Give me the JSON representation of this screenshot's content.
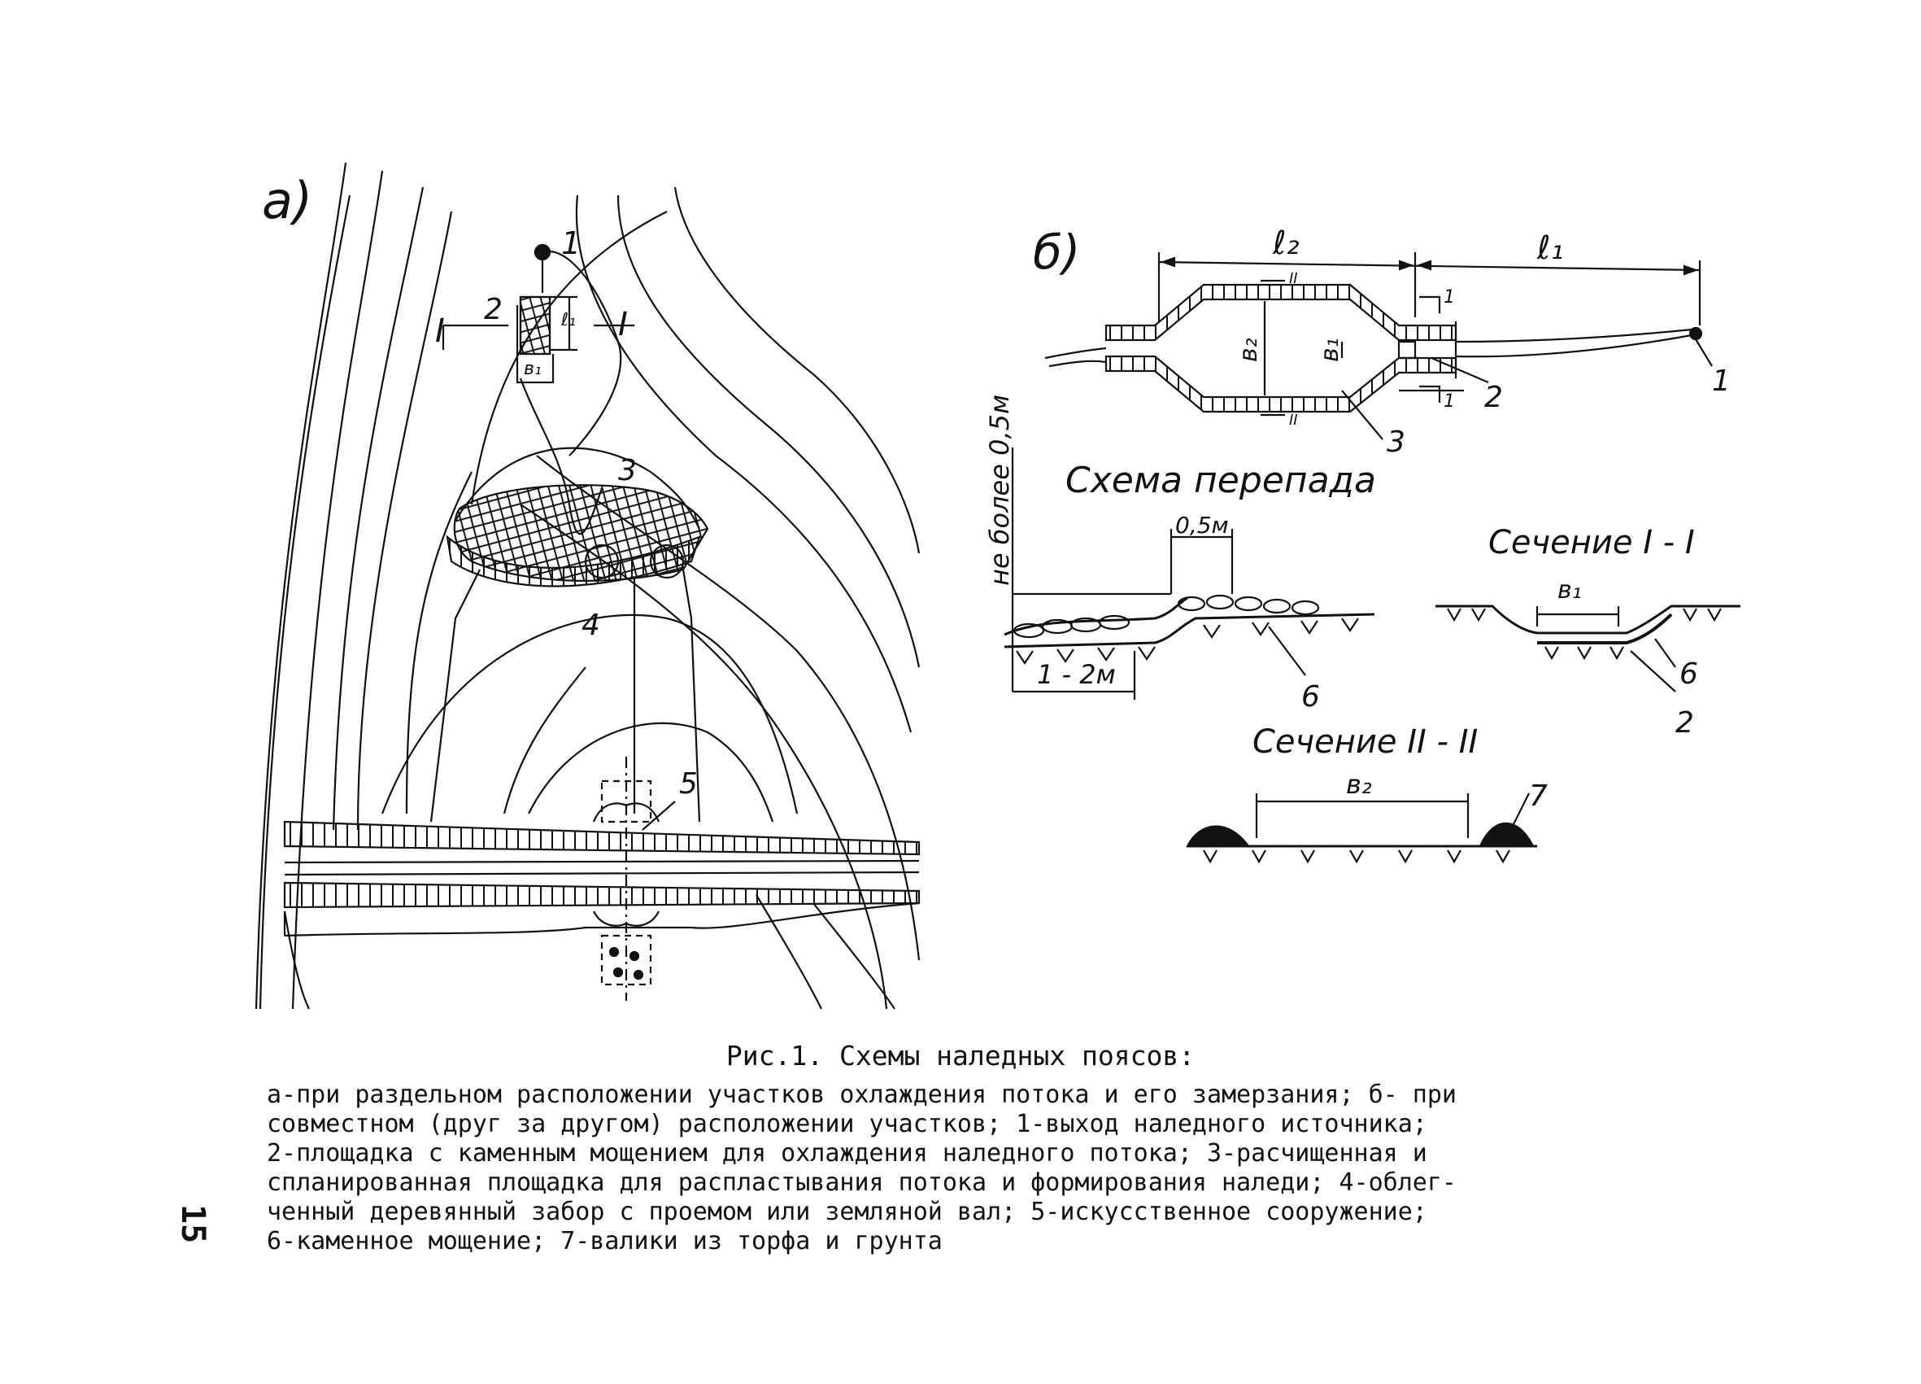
{
  "panel_a": {
    "letter": "а)",
    "labels": {
      "n1": "1",
      "n2": "2",
      "n3": "3",
      "n4": "4",
      "n5": "5",
      "sec1_left": "I",
      "sec1_right": "I",
      "b1": "в₁",
      "l1": "ℓ₁"
    }
  },
  "panel_b": {
    "letter": "б)",
    "dims": {
      "l2": "ℓ₂",
      "l1": "ℓ₁",
      "b2": "в₂",
      "b1": "в₁"
    },
    "labels": {
      "n1": "1",
      "n2": "2",
      "n3": "3",
      "sec2_top": "II",
      "sec2_bot": "II",
      "sec1_top": "1",
      "sec1_bot": "1"
    }
  },
  "drop_scheme": {
    "title": "Схема перепада",
    "vertical_dim": "не более 0,5м",
    "dim_top": "0,5м",
    "dim_bottom": "1 - 2м",
    "n6": "6"
  },
  "section_1": {
    "title": "Сечение I - I",
    "b1": "в₁",
    "n6": "6",
    "n2": "2"
  },
  "section_2": {
    "title": "Сечение II - II",
    "b2": "в₂",
    "n7": "7"
  },
  "caption": {
    "title": "Рис.1. Схемы наледных поясов:",
    "lines": [
      "а-при раздельном расположении участков охлаждения потока и его замерзания; б- при",
      "совместном (друг за другом) расположении участков; 1-выход наледного источника;",
      "2-площадка с каменным мощением для охлаждения наледного потока; 3-расчищенная и",
      "спланированная площадка для распластывания потока и формирования наледи; 4-облег-",
      "ченный деревянный забор с проемом или земляной вал; 5-искусственное сооружение;",
      "6-каменное мощение; 7-валики из торфа и грунта"
    ]
  },
  "page_number": "15"
}
